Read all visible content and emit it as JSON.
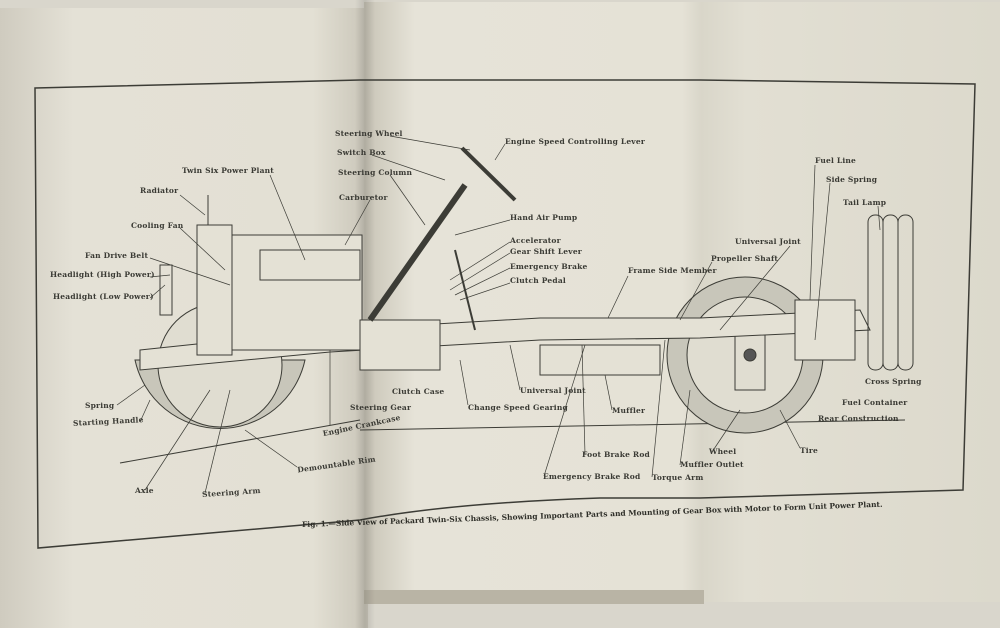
{
  "labels": {
    "steering_wheel": "Steering Wheel",
    "switch_box": "Switch Box",
    "steering_column": "Steering Column",
    "carburetor": "Carburetor",
    "engine_speed": "Engine Speed Controlling Lever",
    "power_plant": "Twin Six Power Plant",
    "radiator": "Radiator",
    "cooling_fan": "Cooling Fan",
    "fan_belt": "Fan Drive Belt",
    "headlight_high": "Headlight (High Power)",
    "headlight_low": "Headlight (Low Power)",
    "hand_air_pump": "Hand Air Pump",
    "accelerator": "Accelerator",
    "gear_shift": "Gear Shift Lever",
    "emergency_brake": "Emergency Brake",
    "clutch_pedal": "Clutch Pedal",
    "frame_side": "Frame Side Member",
    "propeller_shaft": "Propeller Shaft",
    "universal_joint_rear": "Universal Joint",
    "fuel_line": "Fuel Line",
    "side_spring": "Side Spring",
    "tail_lamp": "Tail Lamp",
    "cross_spring": "Cross Spring",
    "fuel_container": "Fuel Container",
    "rear_construction": "Rear Construction",
    "tire": "Tire",
    "wheel": "Wheel",
    "muffler_outlet": "Muffler Outlet",
    "torque_arm": "Torque Arm",
    "emergency_brake_rod": "Emergency Brake Rod",
    "foot_brake_rod": "Foot Brake Rod",
    "muffler": "Muffler",
    "universal_joint_front": "Universal Joint",
    "change_speed": "Change Speed Gearing",
    "clutch_case": "Clutch Case",
    "steering_gear": "Steering Gear",
    "engine_crankcase": "Engine Crankcase",
    "demountable_rim": "Demountable Rim",
    "axle": "Axle",
    "steering_arm": "Steering Arm",
    "spring": "Spring",
    "starting_handle": "Starting Handle"
  },
  "caption": "Fig. 1.—Side View of Packard Twin-Six Chassis, Showing Important Parts and Mounting of Gear Box with Motor to Form Unit Power Plant."
}
